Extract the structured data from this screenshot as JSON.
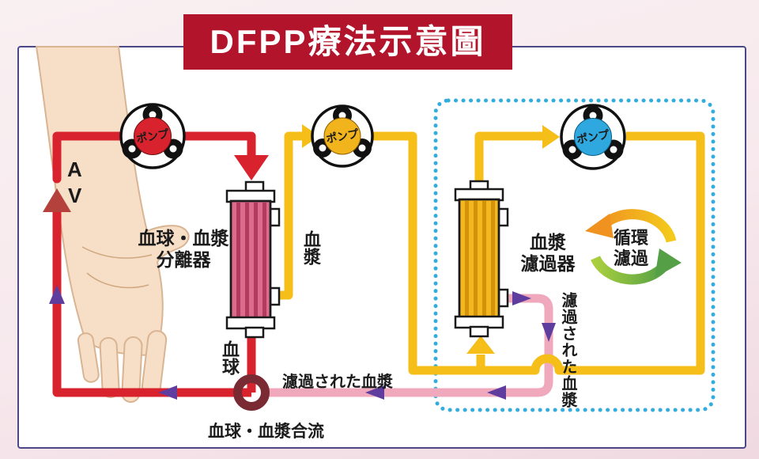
{
  "title": "DFPP療法示意圖",
  "pumps": {
    "label": "ポンプ",
    "colors": {
      "blood": "#d8232e",
      "plasma": "#f2b41c",
      "circulation": "#2fa8e0"
    }
  },
  "access": {
    "artery_label": "A",
    "vein_label": "V"
  },
  "devices": {
    "separator": {
      "name_line1": "血球・血漿",
      "name_line2": "分離器"
    },
    "plasma_filter": {
      "name_line1": "血漿",
      "name_line2": "濾過器"
    }
  },
  "flows": {
    "plasma_vertical": "血漿",
    "blood_cells_vertical": "血球",
    "filtered_plasma_vertical": "濾過された血漿",
    "filtered_plasma_horizontal": "濾過された血漿",
    "confluence": "血球・血漿合流",
    "circulation_line1": "循環",
    "circulation_line2": "濾過"
  },
  "colors": {
    "banner": "#b2152b",
    "blood_line": "#d8232e",
    "vein_arrow": "#b5413c",
    "plasma_line": "#f5be19",
    "filtered_plasma_line": "#f0a8bc",
    "arrow_purple": "#5e3d9e",
    "dotted_box": "#33acde",
    "separator_body": "#dd6b8b",
    "filter_body": "#f3b71f",
    "junction_ring": "#7a2a33"
  }
}
